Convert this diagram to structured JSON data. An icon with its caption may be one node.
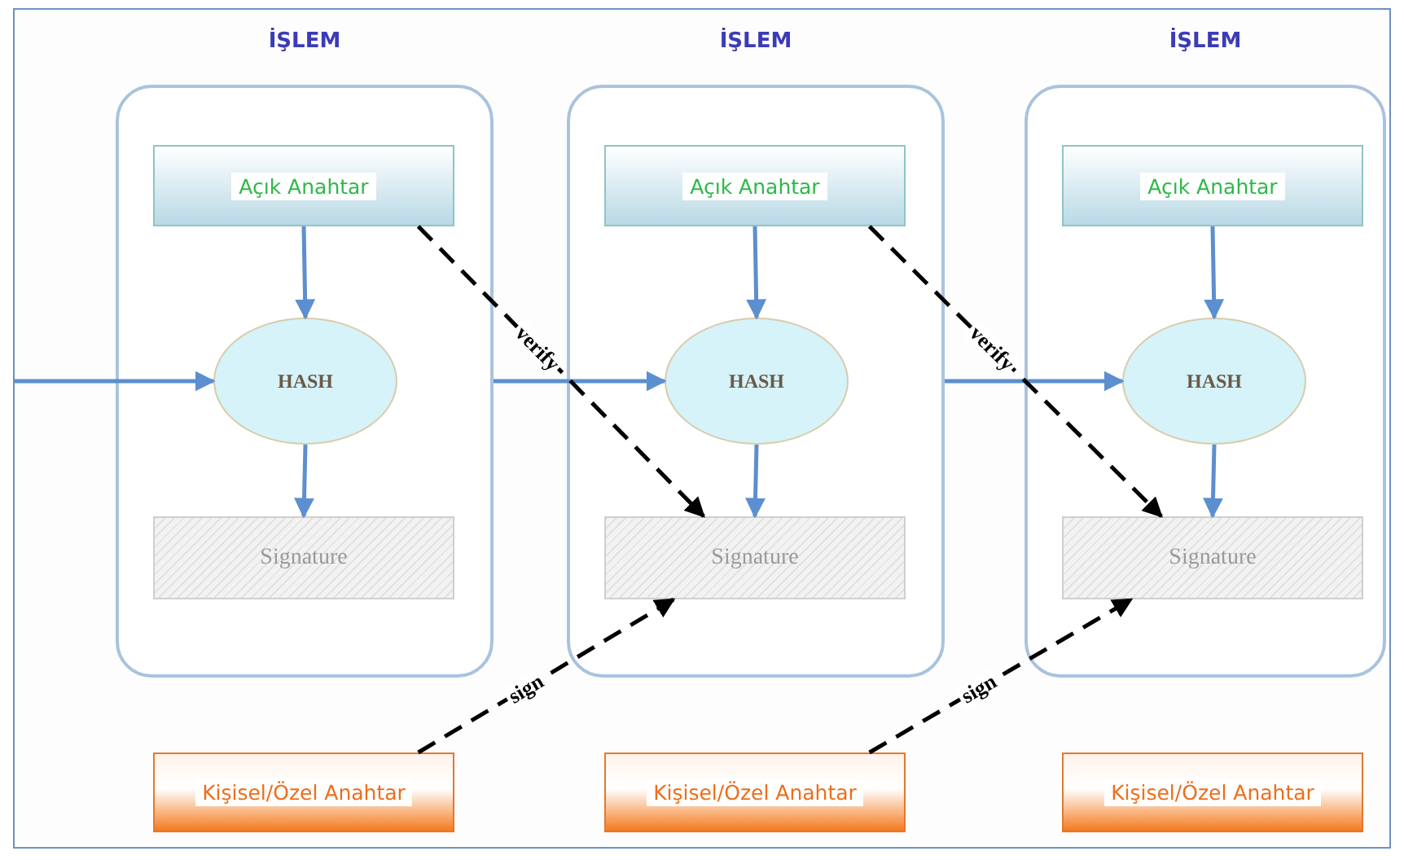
{
  "diagram": {
    "nodes": [
      {
        "text": [
          "İŞLEM"
        ]
      },
      {
        "text": [
          "Açık Anahtar"
        ],
        "in": 0
      },
      {
        "text": [
          "HASH"
        ],
        "in": 0
      },
      {
        "text": [
          "Signature"
        ],
        "in": 0
      },
      {
        "text": [
          "Kişisel/Özel Anahtar"
        ]
      },
      {
        "text": [
          "İŞLEM"
        ]
      },
      {
        "text": [
          "Açık Anahtar"
        ],
        "in": 5
      },
      {
        "text": [
          "HASH"
        ],
        "in": 5
      },
      {
        "text": [
          "Signature"
        ],
        "in": 5
      },
      {
        "text": [
          "Kişisel/Özel Anahtar"
        ]
      },
      {
        "text": [
          "İŞLEM"
        ]
      },
      {
        "text": [
          "Açık Anahtar"
        ],
        "in": 10
      },
      {
        "text": [
          "HASH"
        ],
        "in": 10
      },
      {
        "text": [
          "Signature"
        ],
        "in": 10
      },
      {
        "text": [
          "Kişisel/Özel Anahtar"
        ]
      }
    ],
    "edges": [
      {
        "from": null,
        "to": 2,
        "arrow": "to"
      },
      {
        "from": 1,
        "to": 2,
        "arrow": "to"
      },
      {
        "from": 2,
        "to": 3,
        "arrow": "to"
      },
      {
        "from": 0,
        "to": 7,
        "arrow": "to"
      },
      {
        "from": 6,
        "to": 7,
        "arrow": "to"
      },
      {
        "from": 7,
        "to": 8,
        "arrow": "to"
      },
      {
        "from": 5,
        "to": 12,
        "arrow": "to"
      },
      {
        "from": 11,
        "to": 12,
        "arrow": "to"
      },
      {
        "from": 12,
        "to": 13,
        "arrow": "to"
      },
      {
        "from": 1,
        "to": 8,
        "arrow": "to",
        "label": "verify",
        "style": "dashed",
        "color": "#000000"
      },
      {
        "from": 4,
        "to": 8,
        "arrow": "to",
        "label": "sign",
        "style": "dashed",
        "color": "#000000"
      },
      {
        "from": 6,
        "to": 13,
        "arrow": "to",
        "label": "verify",
        "style": "dashed",
        "color": "#000000"
      },
      {
        "from": 9,
        "to": 13,
        "arrow": "to",
        "label": "sign",
        "style": "dashed",
        "color": "#000000"
      }
    ]
  }
}
